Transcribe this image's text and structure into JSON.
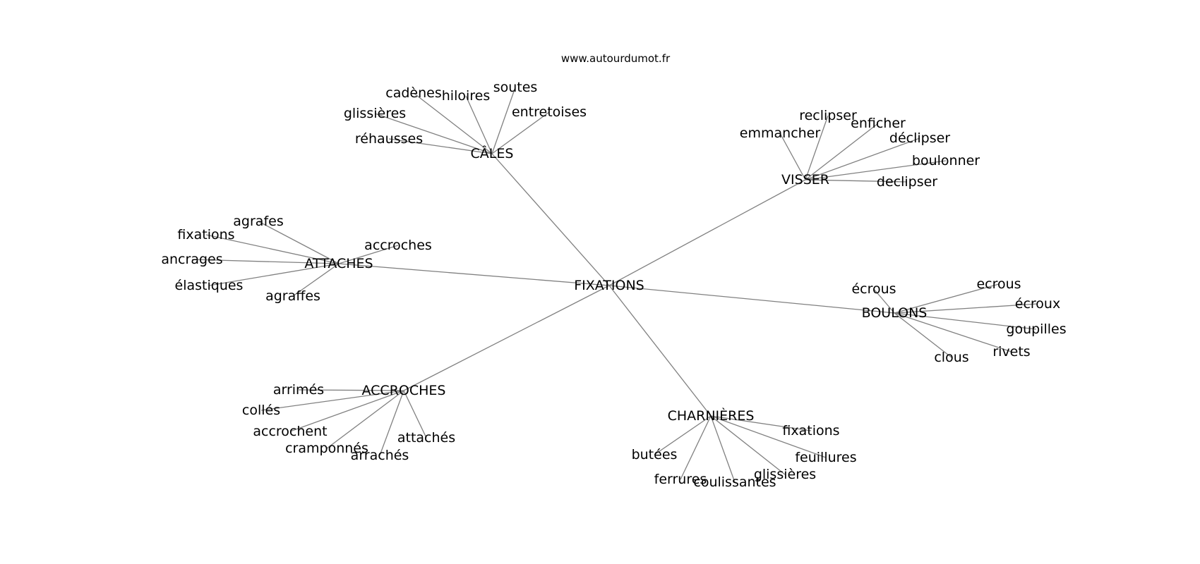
{
  "source": "www.autourdumot.fr",
  "graph": {
    "center": "FIXATIONS",
    "groups": [
      {
        "name": "CÂLES",
        "leaves": [
          "cadènes",
          "hiloires",
          "soutes",
          "glissières",
          "entretoises",
          "réhausses"
        ]
      },
      {
        "name": "VISSER",
        "leaves": [
          "reclipser",
          "enficher",
          "emmancher",
          "déclipser",
          "boulonner",
          "declipser"
        ]
      },
      {
        "name": "ATTACHES",
        "leaves": [
          "agrafes",
          "fixations",
          "accroches",
          "ancrages",
          "élastiques",
          "agraffes"
        ]
      },
      {
        "name": "BOULONS",
        "leaves": [
          "écrous",
          "ecrous",
          "écroux",
          "goupilles",
          "rivets",
          "clous"
        ]
      },
      {
        "name": "ACCROCHES",
        "leaves": [
          "arrimés",
          "collés",
          "accrochent",
          "cramponnés",
          "arrachés",
          "attachés"
        ]
      },
      {
        "name": "CHARNIÈRES",
        "leaves": [
          "fixations",
          "butées",
          "feuillures",
          "glissières",
          "ferrures",
          "coulissantes"
        ]
      }
    ]
  }
}
